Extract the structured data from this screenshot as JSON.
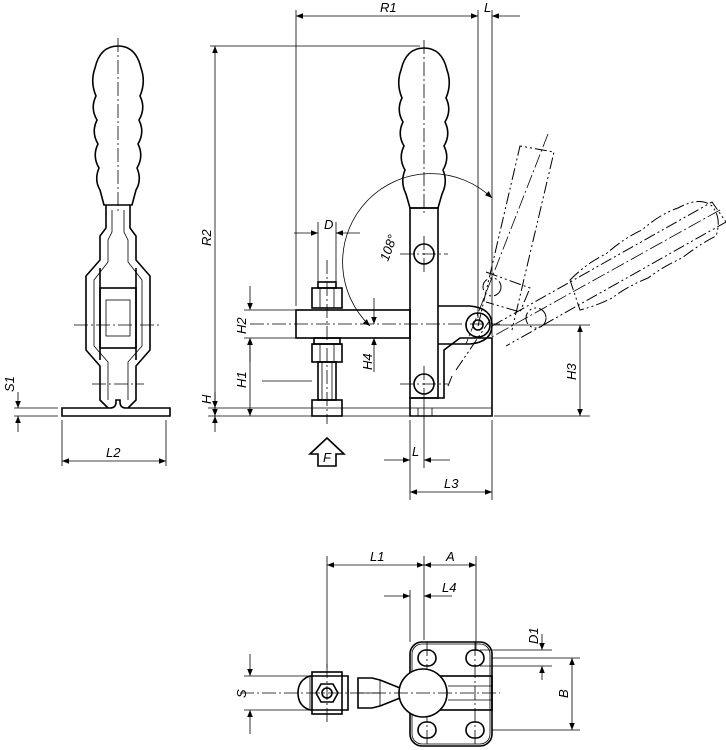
{
  "labels": {
    "R1": "R1",
    "L_top": "L",
    "D": "D",
    "angle": "108°",
    "R2": "R2",
    "H2": "H2",
    "H4": "H4",
    "H1": "H1",
    "H": "H",
    "H3": "H3",
    "S1": "S1",
    "L2": "L2",
    "F": "F",
    "L_bottom": "L",
    "L3": "L3",
    "L1": "L1",
    "A": "A",
    "L4": "L4",
    "D1": "D1",
    "S": "S",
    "B": "B"
  }
}
